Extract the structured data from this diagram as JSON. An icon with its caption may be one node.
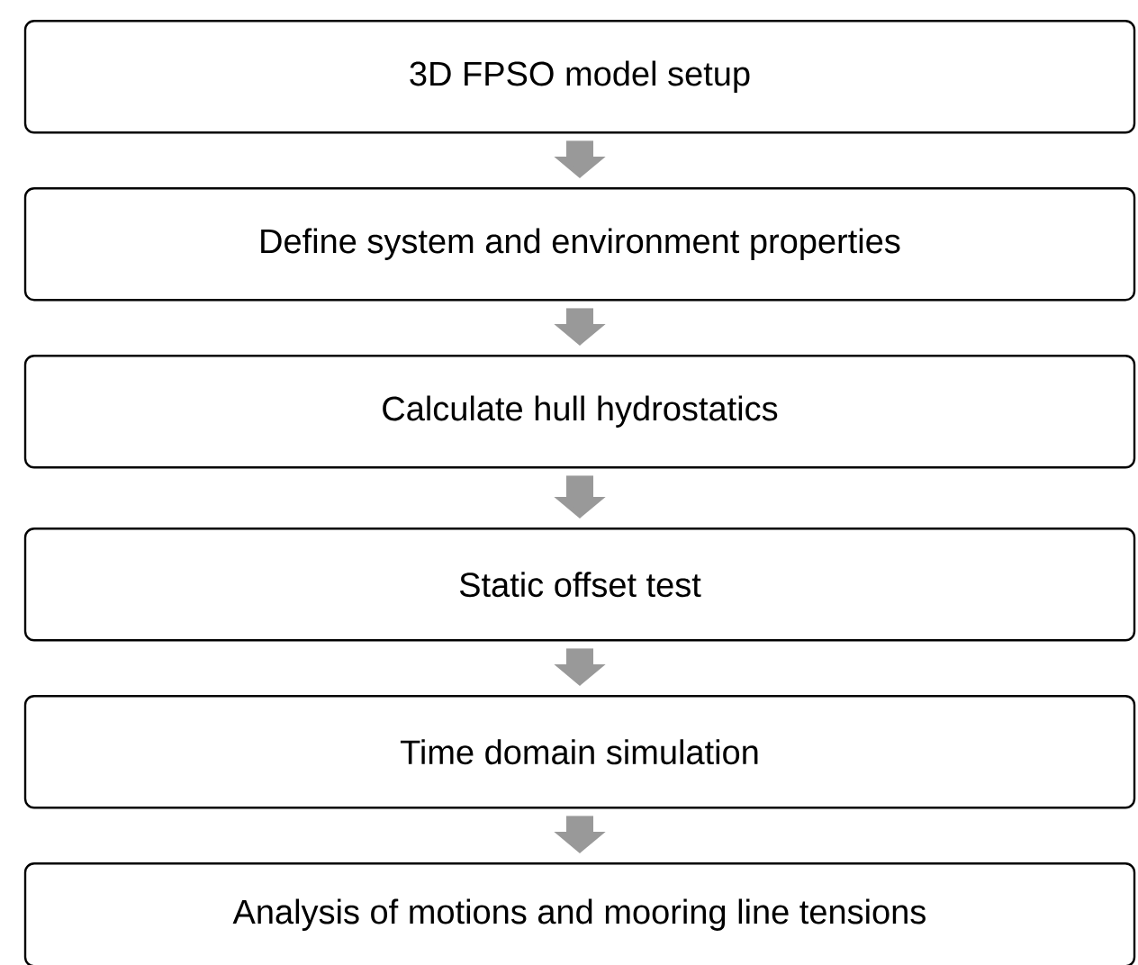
{
  "diagram": {
    "nodes": [
      {
        "text": [
          "3D FPSO model setup"
        ]
      },
      {
        "text": [
          "Define system and environment properties"
        ]
      },
      {
        "text": [
          "Calculate hull hydrostatics"
        ]
      },
      {
        "text": [
          "Static offset test"
        ]
      },
      {
        "text": [
          "Time domain simulation"
        ]
      },
      {
        "text": [
          "Analysis of motions and mooring line tensions"
        ]
      }
    ],
    "edges": [
      {
        "from": 0,
        "to": 1,
        "arrow": "to"
      },
      {
        "from": 1,
        "to": 2,
        "arrow": "to"
      },
      {
        "from": 2,
        "to": 3,
        "arrow": "to"
      },
      {
        "from": 3,
        "to": 4,
        "arrow": "to"
      },
      {
        "from": 4,
        "to": 5,
        "arrow": "to"
      }
    ]
  }
}
